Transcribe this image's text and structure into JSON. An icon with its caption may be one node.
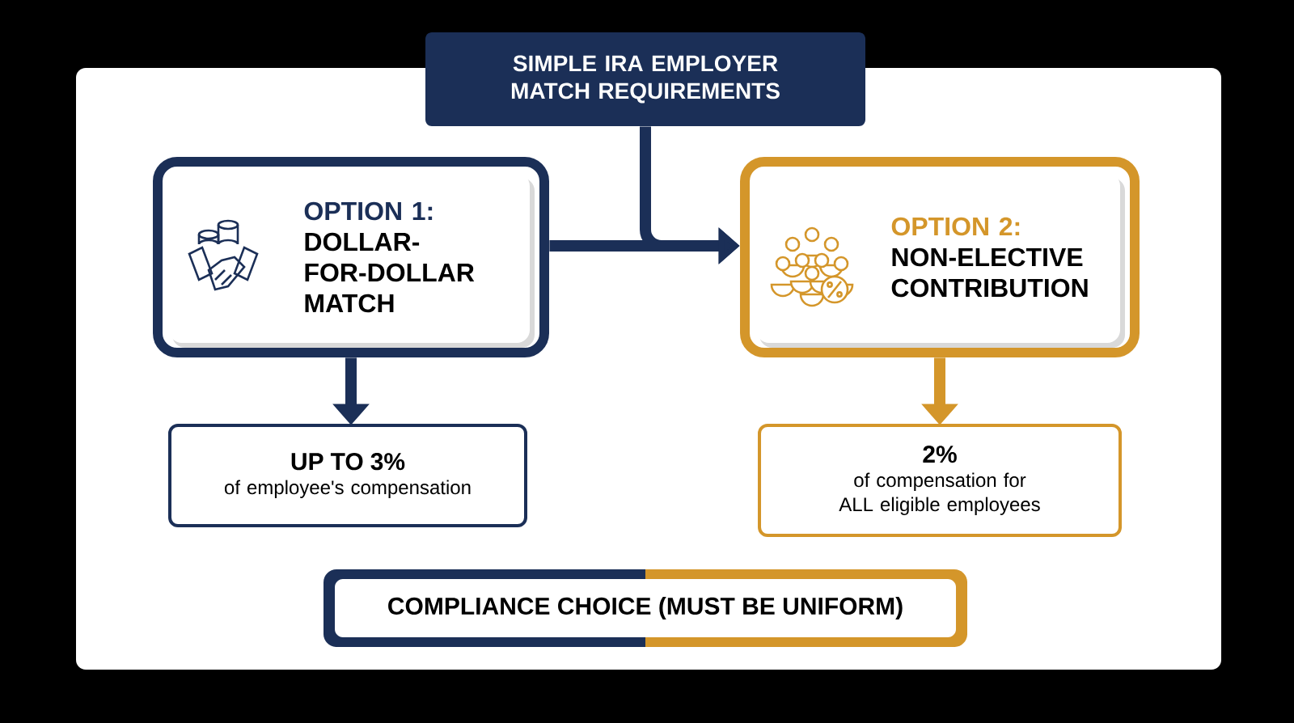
{
  "diagram": {
    "nodes": [
      {
        "text": [
          "SIMPLE IRA EMPLOYER MATCH REQUIREMENTS"
        ]
      },
      {
        "text": [
          "OPTION 1:",
          "DOLLAR-FOR-DOLLAR MATCH"
        ]
      },
      {
        "text": [
          "OPTION 2:",
          "NON-ELECTIVE CONTRIBUTION"
        ]
      },
      {
        "text": [
          "UP TO 3%",
          "of employee's compensation"
        ]
      },
      {
        "text": [
          "2%",
          "of compensation for ALL eligible employees"
        ]
      },
      {
        "text": [
          "COMPLIANCE CHOICE (MUST BE UNIFORM)"
        ]
      }
    ],
    "edges": [
      {
        "from": 0,
        "to": 2,
        "arrow": "to"
      },
      {
        "from": 1,
        "to": 2,
        "arrow": "to"
      },
      {
        "from": 1,
        "to": 3,
        "arrow": "to"
      },
      {
        "from": 2,
        "to": 4,
        "arrow": "to",
        "color": "#d4962a"
      }
    ]
  }
}
